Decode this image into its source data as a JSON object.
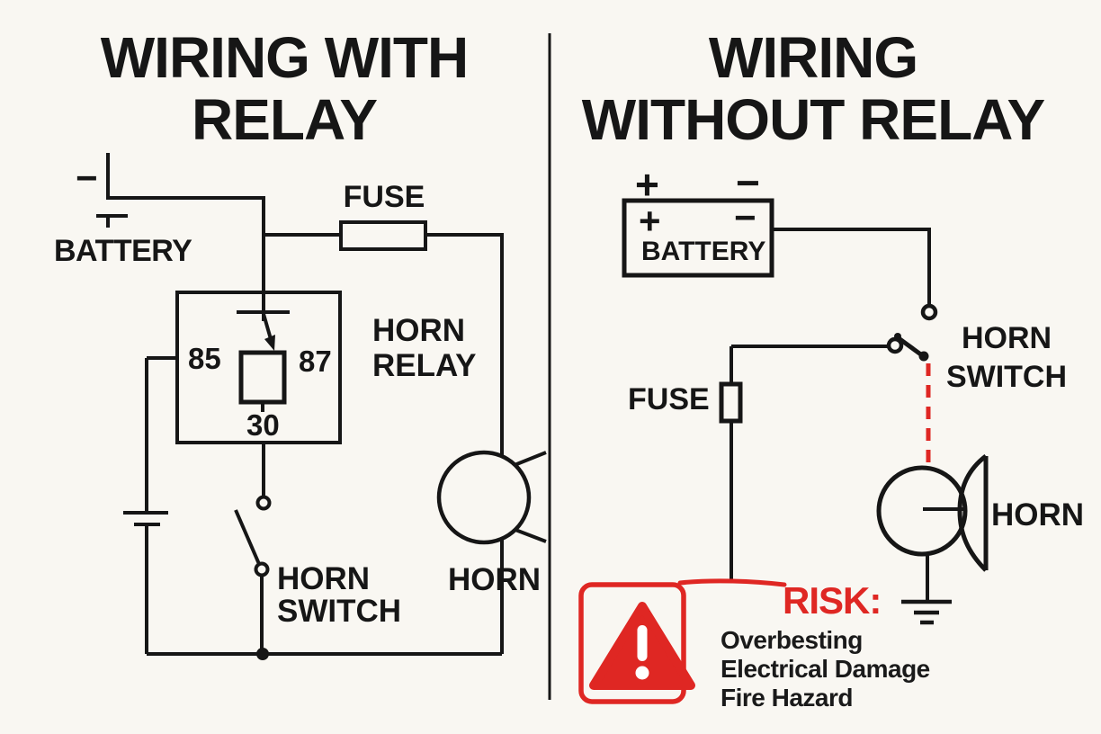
{
  "colors": {
    "background": "#f9f7f2",
    "ink": "#161616",
    "risk_red": "#df2723"
  },
  "left_panel": {
    "title_line1": "WIRING WITH",
    "title_line2": "RELAY",
    "battery": {
      "label": "BATTERY",
      "minus_sign": "−"
    },
    "fuse_label": "FUSE",
    "relay": {
      "label_line1": "HORN",
      "label_line2": "RELAY",
      "pin_85": "85",
      "pin_87": "87",
      "pin_30": "30"
    },
    "horn_switch": {
      "line1": "HORN",
      "line2": "SWITCH"
    },
    "horn_label": "HORN"
  },
  "right_panel": {
    "title_line1": "WIRING",
    "title_line2": "WITHOUT RELAY",
    "battery": {
      "label": "BATTERY",
      "plus_outer": "+",
      "minus_outer": "−",
      "plus_inner": "+",
      "minus_inner": "−"
    },
    "fuse_label": "FUSE",
    "horn_switch": {
      "line1": "HORN",
      "line2": "SWITCH"
    },
    "horn_label": "HORN",
    "risk": {
      "heading": "RISK:",
      "items": [
        "Overbesting",
        "Electrical Damage",
        "Fire Hazard"
      ]
    }
  }
}
